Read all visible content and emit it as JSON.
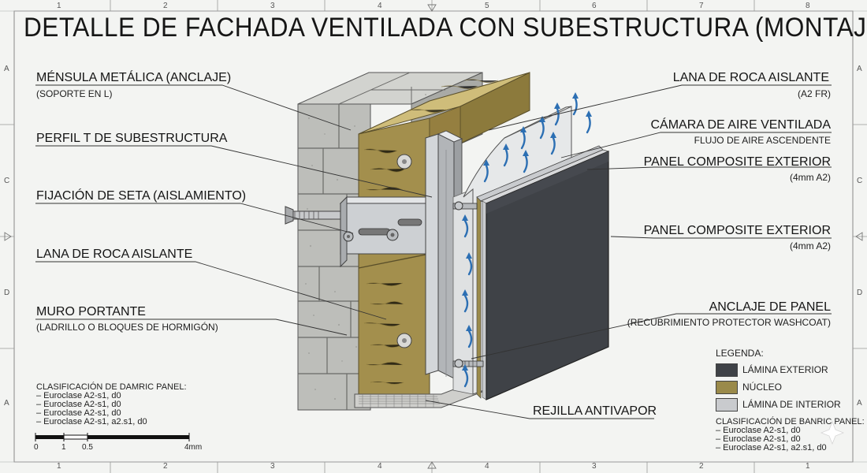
{
  "title": "DETALLE DE FACHADA VENTILADA CON SUBESTRUCTURA (MONTAJE)",
  "grid": {
    "top": [
      "1",
      "2",
      "3",
      "4",
      "5",
      "6",
      "7",
      "8"
    ],
    "bottom": [
      "1",
      "2",
      "3",
      "4",
      "4",
      "3",
      "2",
      "1"
    ],
    "left": [
      "A",
      "C",
      "D",
      "A"
    ],
    "right": [
      "A",
      "C",
      "D",
      "A"
    ]
  },
  "labels_left": [
    {
      "main": "MÉNSULA METÁLICA (ANCLAJE)",
      "sub": "(SOPORTE EN L)"
    },
    {
      "main": "PERFIL T DE SUBESTRUCTURA",
      "sub": ""
    },
    {
      "main": "FIJACIÓN DE SETA (AISLAMIENTO)",
      "sub": ""
    },
    {
      "main": "LANA DE ROCA AISLANTE",
      "sub": ""
    },
    {
      "main": "MURO PORTANTE",
      "sub": "(LADRILLO O BLOQUES DE HORMIGÓN)"
    }
  ],
  "labels_right": [
    {
      "main": "LANA DE ROCA AISLANTE",
      "sub": "(A2 FR)"
    },
    {
      "main": "CÁMARA DE AIRE VENTILADA",
      "sub": "FLUJO DE AIRE ASCENDENTE"
    },
    {
      "main": "PANEL COMPOSITE EXTERIOR",
      "sub": "(4mm A2)"
    },
    {
      "main": "PANEL COMPOSITE EXTERIOR",
      "sub": "(4mm A2)"
    },
    {
      "main": "ANCLAJE DE PANEL",
      "sub": "(RECUBRIMIENTO PROTECTOR WASHCOAT)"
    }
  ],
  "label_bottom": "REJILLA ANTIVAPOR",
  "classification_left": {
    "title": "CLASIFICACIÓN DE DAMRIC PANEL:",
    "items": [
      "– Euroclase A2-s1, d0",
      "– Euroclase A2-s1, d0",
      "– Euroclase A2-s1, d0",
      "– Euroclase A2-s1, a2.s1, d0"
    ]
  },
  "scale_bar": {
    "ticks": [
      "0",
      "1",
      "0.5",
      "4mm"
    ]
  },
  "legend": {
    "title": "LEGENDA:",
    "items": [
      {
        "label": "LÁMINA EXTERIOR",
        "color": "#3f4247"
      },
      {
        "label": "NÚCLEO",
        "color": "#9a8a4a"
      },
      {
        "label": "LÁMINA DE INTERIOR",
        "color": "#c9cbce"
      }
    ]
  },
  "classification_right": {
    "title": "CLASIFICACIÓN DE BANRIC PANEL:",
    "items": [
      "– Euroclase A2-s1, d0",
      "– Euroclase A2-s1, d0",
      "– Euroclase A2-s1, a2.s1, d0"
    ]
  },
  "colors": {
    "concrete": "#b9bab6",
    "wool": "#a38f4d",
    "panel": "#3f4247",
    "air_arrow": "#2c6fb3",
    "steel": "#c4c7ca"
  }
}
